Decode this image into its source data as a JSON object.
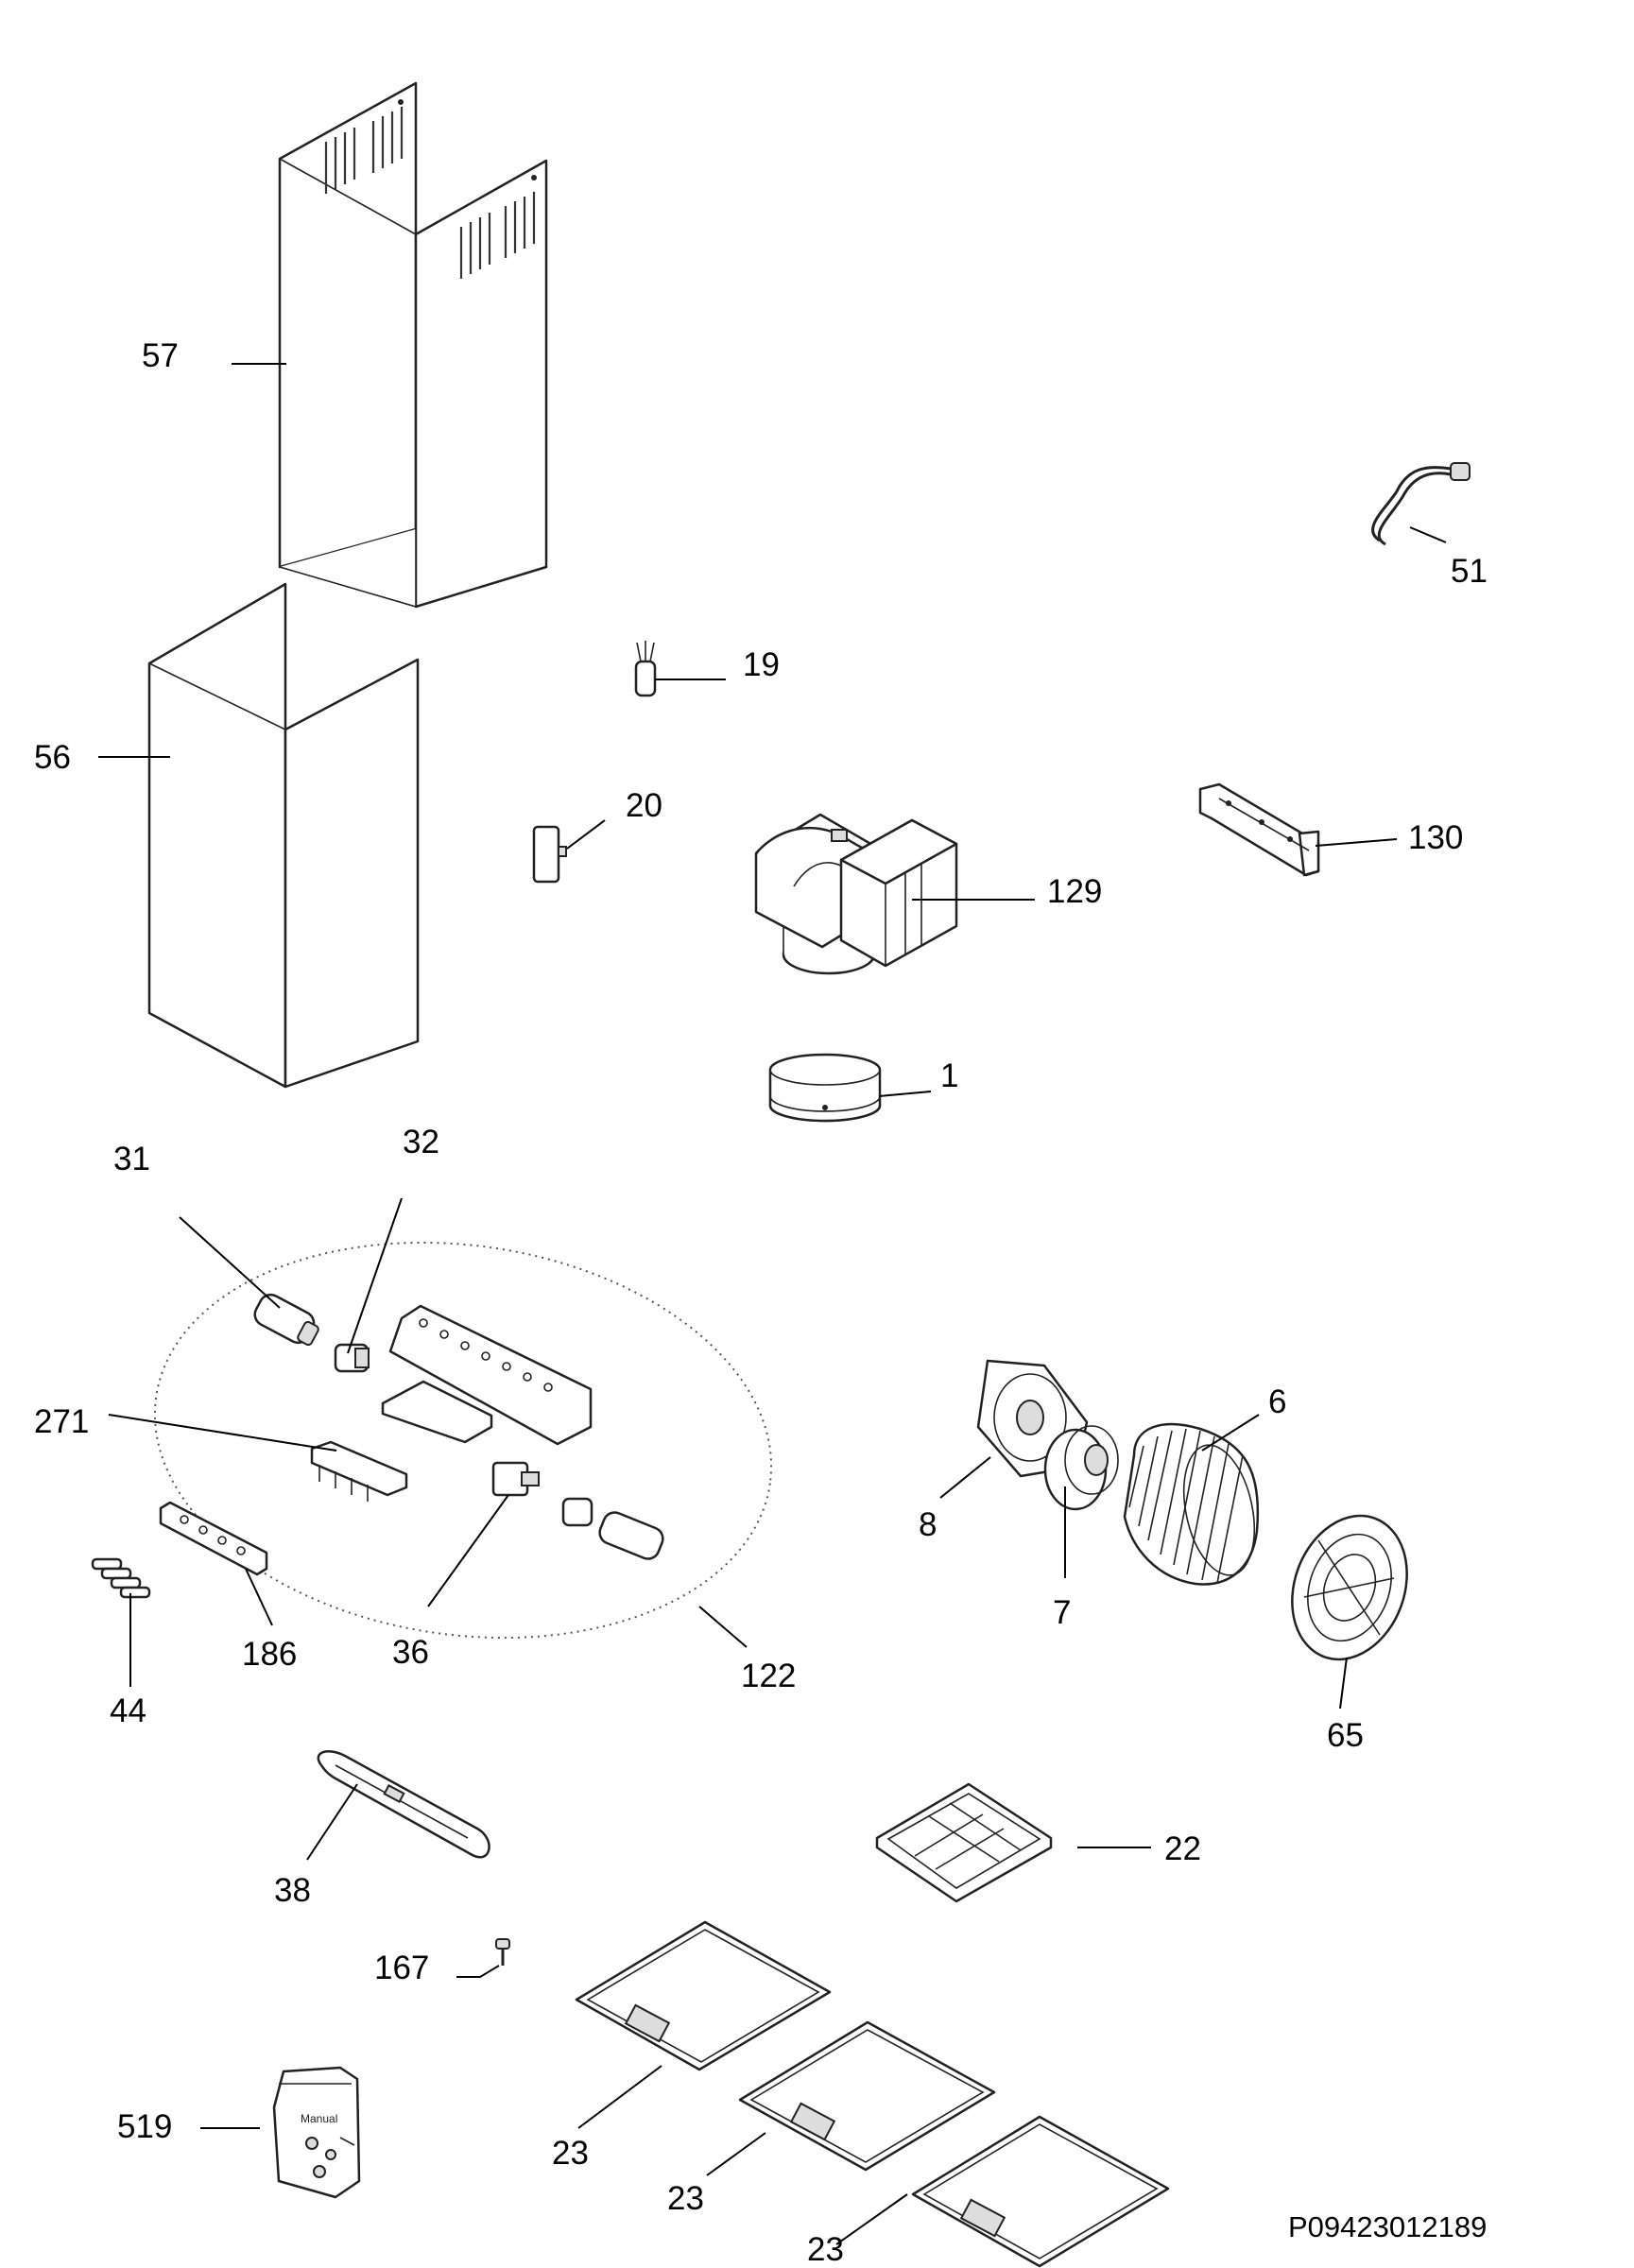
{
  "document_id": "P09423012189",
  "manual_label": "Manual",
  "parts": [
    {
      "id": "57",
      "label": "57",
      "name": "upper-chimney-cover"
    },
    {
      "id": "56",
      "label": "56",
      "name": "lower-chimney-cover"
    },
    {
      "id": "51",
      "label": "51",
      "name": "power-cable"
    },
    {
      "id": "19",
      "label": "19",
      "name": "capacitor"
    },
    {
      "id": "20",
      "label": "20",
      "name": "clip"
    },
    {
      "id": "130",
      "label": "130",
      "name": "wall-bracket"
    },
    {
      "id": "129",
      "label": "129",
      "name": "air-deflector"
    },
    {
      "id": "1",
      "label": "1",
      "name": "flange-ring"
    },
    {
      "id": "31",
      "label": "31",
      "name": "lamp"
    },
    {
      "id": "32",
      "label": "32",
      "name": "lamp-holder"
    },
    {
      "id": "271",
      "label": "271",
      "name": "terminal-block"
    },
    {
      "id": "186",
      "label": "186",
      "name": "control-panel"
    },
    {
      "id": "44",
      "label": "44",
      "name": "knobs"
    },
    {
      "id": "36",
      "label": "36",
      "name": "switch"
    },
    {
      "id": "122",
      "label": "122",
      "name": "electrical-kit"
    },
    {
      "id": "8",
      "label": "8",
      "name": "motor-plate"
    },
    {
      "id": "7",
      "label": "7",
      "name": "motor"
    },
    {
      "id": "6",
      "label": "6",
      "name": "fan-wheel"
    },
    {
      "id": "65",
      "label": "65",
      "name": "fan-cover-grille"
    },
    {
      "id": "38",
      "label": "38",
      "name": "light-lens"
    },
    {
      "id": "22",
      "label": "22",
      "name": "carbon-filter"
    },
    {
      "id": "167",
      "label": "167",
      "name": "screw"
    },
    {
      "id": "519",
      "label": "519",
      "name": "accessory-bag"
    },
    {
      "id": "23a",
      "label": "23",
      "name": "grease-filter"
    },
    {
      "id": "23b",
      "label": "23",
      "name": "grease-filter"
    },
    {
      "id": "23c",
      "label": "23",
      "name": "grease-filter"
    }
  ]
}
